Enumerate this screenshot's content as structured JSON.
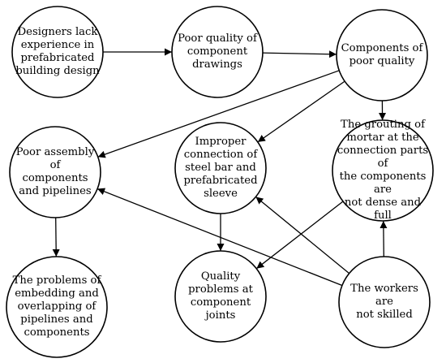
{
  "nodes": [
    {
      "id": "n1",
      "text": "Designers lack\nexperience in\nprefabricated\nbuilding design"
    },
    {
      "id": "n2",
      "text": "Poor quality of\ncomponent\ndrawings"
    },
    {
      "id": "n3",
      "text": "Components of\npoor quality"
    },
    {
      "id": "n4",
      "text": "Poor assembly of\ncomponents\nand pipelines"
    },
    {
      "id": "n5",
      "text": "Improper\nconnection of\nsteel bar and\nprefabricated\nsleeve"
    },
    {
      "id": "n6",
      "text": "The grouting of\nmortar at the\nconnection parts of\nthe components are\nnot dense and full"
    },
    {
      "id": "n7",
      "text": "The problems of\nembedding and\noverlapping of\npipelines and\ncomponents"
    },
    {
      "id": "n8",
      "text": "Quality\nproblems at\ncomponent joints"
    },
    {
      "id": "n9",
      "text": "The workers are\nnot skilled"
    }
  ],
  "edges": [
    {
      "from": "n1",
      "to": "n2"
    },
    {
      "from": "n2",
      "to": "n3"
    },
    {
      "from": "n3",
      "to": "n4"
    },
    {
      "from": "n3",
      "to": "n5"
    },
    {
      "from": "n3",
      "to": "n6"
    },
    {
      "from": "n4",
      "to": "n7"
    },
    {
      "from": "n5",
      "to": "n8"
    },
    {
      "from": "n6",
      "to": "n8"
    },
    {
      "from": "n9",
      "to": "n4"
    },
    {
      "from": "n9",
      "to": "n5"
    },
    {
      "from": "n9",
      "to": "n6"
    }
  ]
}
